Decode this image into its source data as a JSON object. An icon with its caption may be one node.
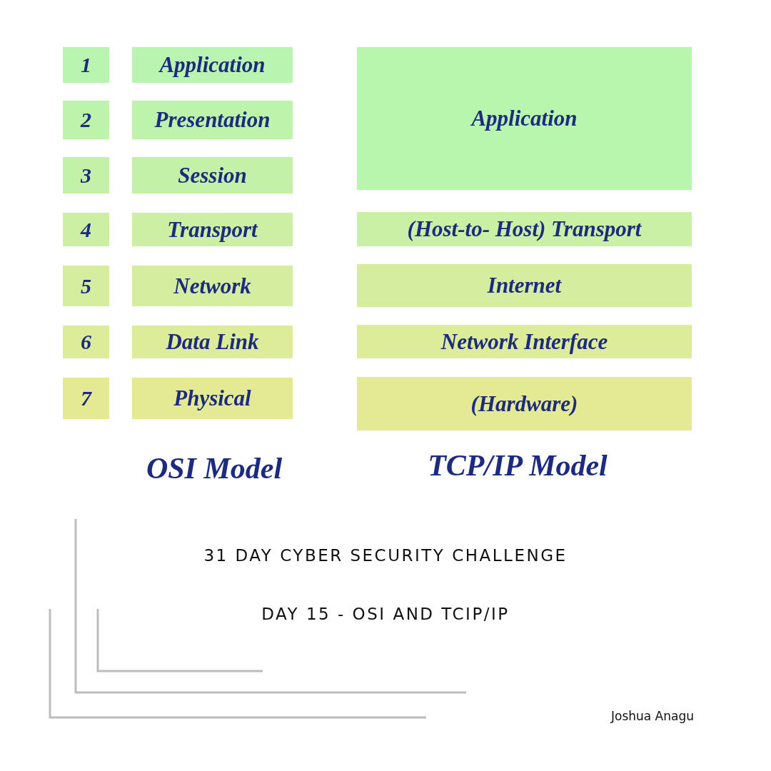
{
  "diagram": {
    "title": "31 DAY CYBER SECURITY CHALLENGE",
    "nodes": [
      {
        "text": [
          "1"
        ]
      },
      {
        "text": [
          "Application"
        ]
      },
      {
        "text": [
          "2"
        ]
      },
      {
        "text": [
          "Presentation"
        ]
      },
      {
        "text": [
          "3"
        ]
      },
      {
        "text": [
          "Session"
        ]
      },
      {
        "text": [
          "4"
        ]
      },
      {
        "text": [
          "Transport"
        ]
      },
      {
        "text": [
          "5"
        ]
      },
      {
        "text": [
          "Network"
        ]
      },
      {
        "text": [
          "6"
        ]
      },
      {
        "text": [
          "Data Link"
        ]
      },
      {
        "text": [
          "7"
        ]
      },
      {
        "text": [
          "Physical"
        ]
      },
      {
        "text": [
          "Application"
        ]
      },
      {
        "text": [
          "(Host-to- Host) Transport"
        ]
      },
      {
        "text": [
          "Internet"
        ]
      },
      {
        "text": [
          "Network Interface"
        ]
      },
      {
        "text": [
          "(Hardware)"
        ]
      }
    ],
    "labels": [
      "OSI Model",
      "TCP/IP Model",
      "DAY 15 - OSI AND TCIP/IP",
      "Joshua Anagu"
    ]
  }
}
